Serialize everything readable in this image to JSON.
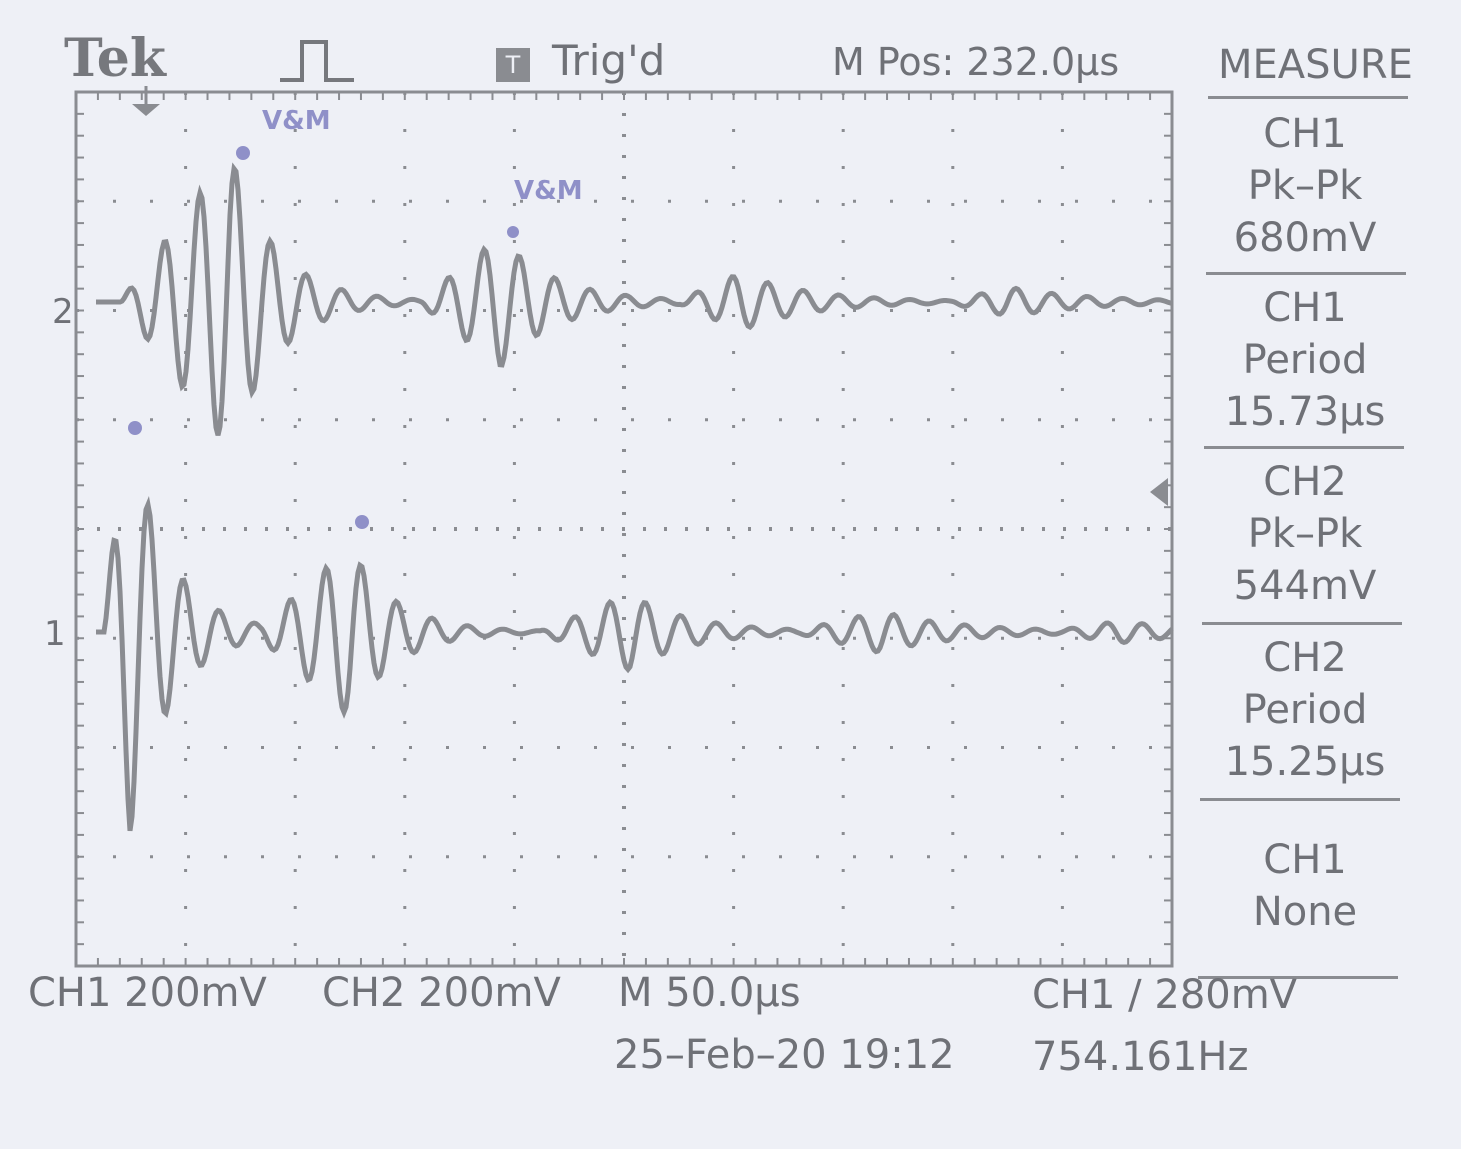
{
  "header": {
    "brand": "Tek",
    "trigger_badge": "T",
    "trigger_status": "Trig'd",
    "m_pos": "M Pos: 232.0µs"
  },
  "measure": {
    "title": "MEASURE",
    "items": [
      {
        "source": "CH1",
        "type": "Pk–Pk",
        "value": "680mV"
      },
      {
        "source": "CH1",
        "type": "Period",
        "value": "15.73µs"
      },
      {
        "source": "CH2",
        "type": "Pk–Pk",
        "value": "544mV"
      },
      {
        "source": "CH2",
        "type": "Period",
        "value": "15.25µs"
      },
      {
        "source": "CH1",
        "type": "None",
        "value": ""
      }
    ]
  },
  "markers": {
    "ch2": "2",
    "ch1": "1"
  },
  "annotations": {
    "first": "V&M",
    "second": "V&M"
  },
  "footer": {
    "ch1_scale": "CH1  200mV",
    "ch2_scale": "CH2  200mV",
    "timebase": "M 50.0µs",
    "date": "25–Feb–20 19:12",
    "trigger": "CH1 ∕ 280mV",
    "frequency": "754.161Hz"
  },
  "colors": {
    "background": "#eef0f6",
    "trace": "#8a8c91",
    "annotation": "#8f90c8"
  }
}
